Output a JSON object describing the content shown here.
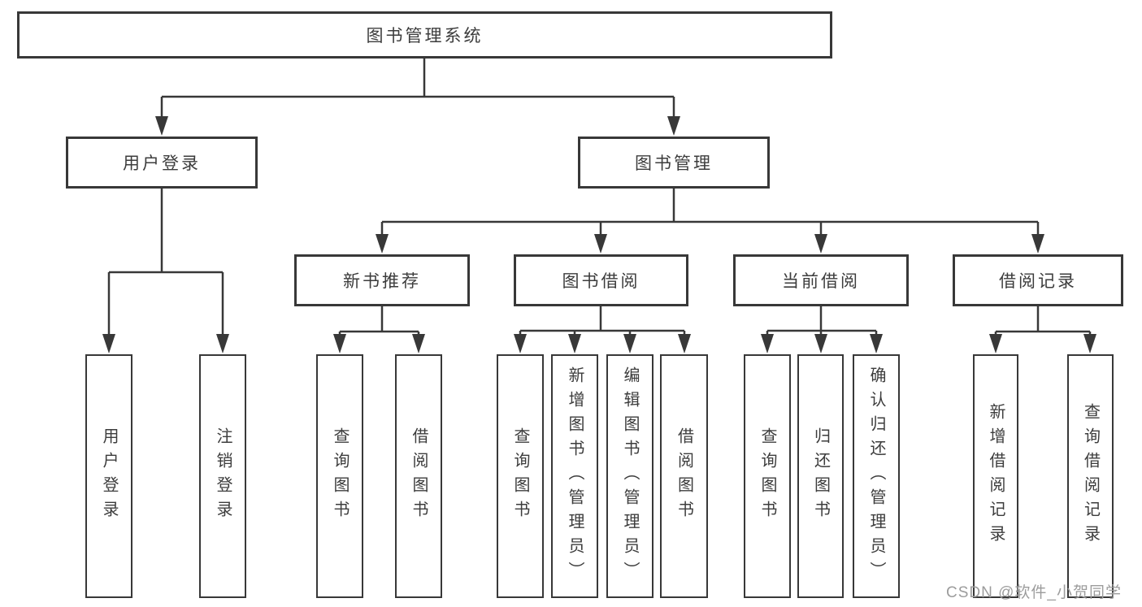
{
  "diagram": {
    "type": "hierarchy-tree",
    "root": {
      "label": "图书管理系统"
    },
    "branches": [
      {
        "label": "用户登录",
        "children": [
          {
            "label": "用户登录"
          },
          {
            "label": "注销登录"
          }
        ]
      },
      {
        "label": "图书管理",
        "children": [
          {
            "label": "新书推荐",
            "children": [
              {
                "label": "查询图书"
              },
              {
                "label": "借阅图书"
              }
            ]
          },
          {
            "label": "图书借阅",
            "children": [
              {
                "label": "查询图书"
              },
              {
                "label": "新增图书（管理员）"
              },
              {
                "label": "编辑图书（管理员）"
              },
              {
                "label": "借阅图书"
              }
            ]
          },
          {
            "label": "当前借阅",
            "children": [
              {
                "label": "查询图书"
              },
              {
                "label": "归还图书"
              },
              {
                "label": "确认归还（管理员）"
              }
            ]
          },
          {
            "label": "借阅记录",
            "children": [
              {
                "label": "新增借阅记录"
              },
              {
                "label": "查询借阅记录"
              }
            ]
          }
        ]
      }
    ],
    "watermark": "CSDN @软件_小贺同学",
    "colors": {
      "line": "#383838",
      "text": "#3c3c3c",
      "box_bg": "#ffffff",
      "page_bg": "#ffffff",
      "watermark": "#9c9c9c"
    }
  }
}
